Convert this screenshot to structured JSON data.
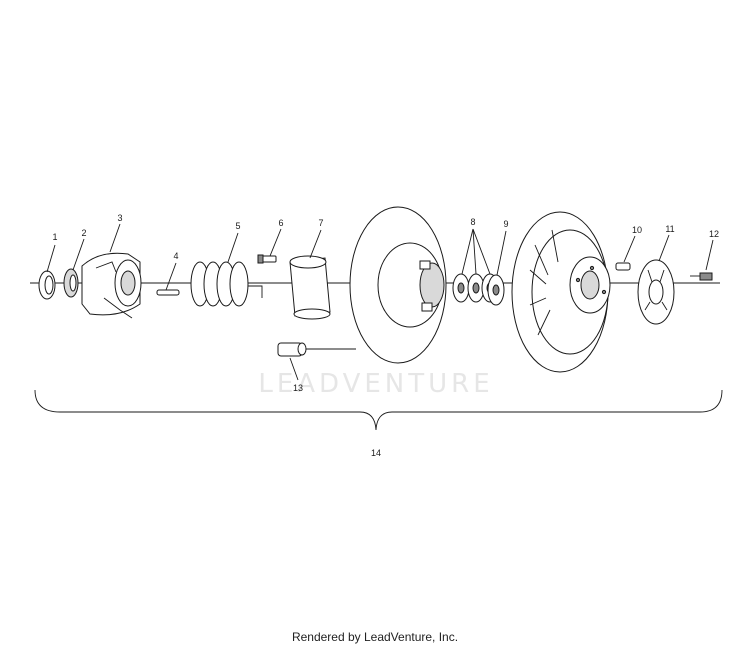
{
  "diagram": {
    "callouts": [
      "1",
      "2",
      "3",
      "4",
      "5",
      "6",
      "7",
      "8",
      "9",
      "10",
      "11",
      "12",
      "13",
      "14"
    ],
    "watermark": "LEADVENTURE"
  },
  "footer": {
    "text": "Rendered by LeadVenture, Inc."
  }
}
